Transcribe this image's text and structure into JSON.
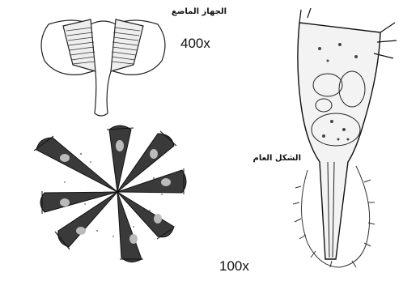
{
  "labels": {
    "mouthparts": "الجهاز الماضغ",
    "mag_400": "400x",
    "general_shape": "الشكل العام",
    "mag_100": "100x"
  },
  "colors": {
    "ink": "#222222",
    "shade": "#555555",
    "fill_dark": "#3a3a3a",
    "paper": "#ffffff"
  }
}
